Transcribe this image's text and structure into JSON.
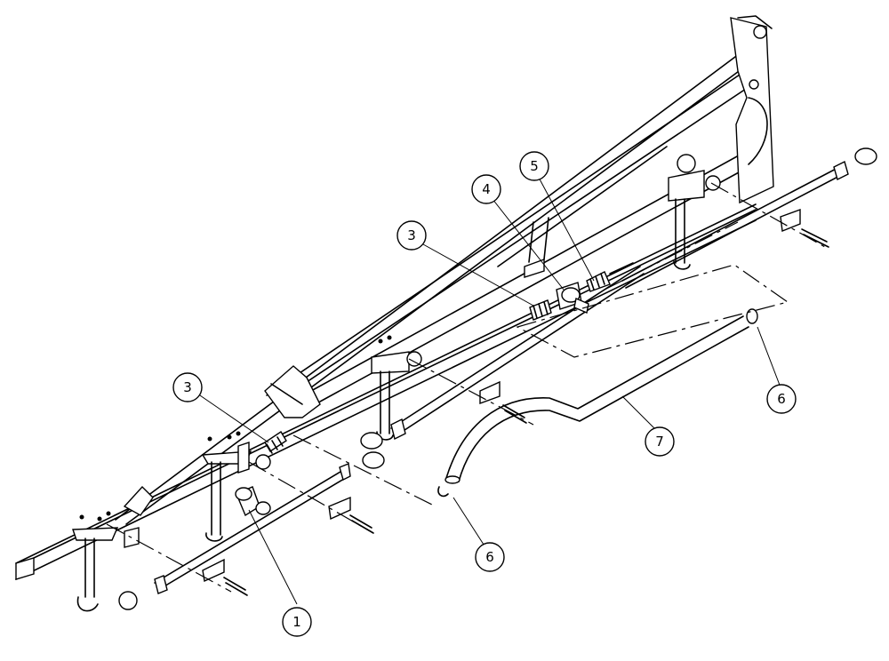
{
  "callouts": [
    {
      "id": "c1",
      "label": "1"
    },
    {
      "id": "c3a",
      "label": "3"
    },
    {
      "id": "c3b",
      "label": "3"
    },
    {
      "id": "c4",
      "label": "4"
    },
    {
      "id": "c5",
      "label": "5"
    },
    {
      "id": "c6a",
      "label": "6"
    },
    {
      "id": "c6b",
      "label": "6"
    },
    {
      "id": "c7",
      "label": "7"
    }
  ],
  "colors": {
    "line": "#000000",
    "background": "#ffffff"
  }
}
